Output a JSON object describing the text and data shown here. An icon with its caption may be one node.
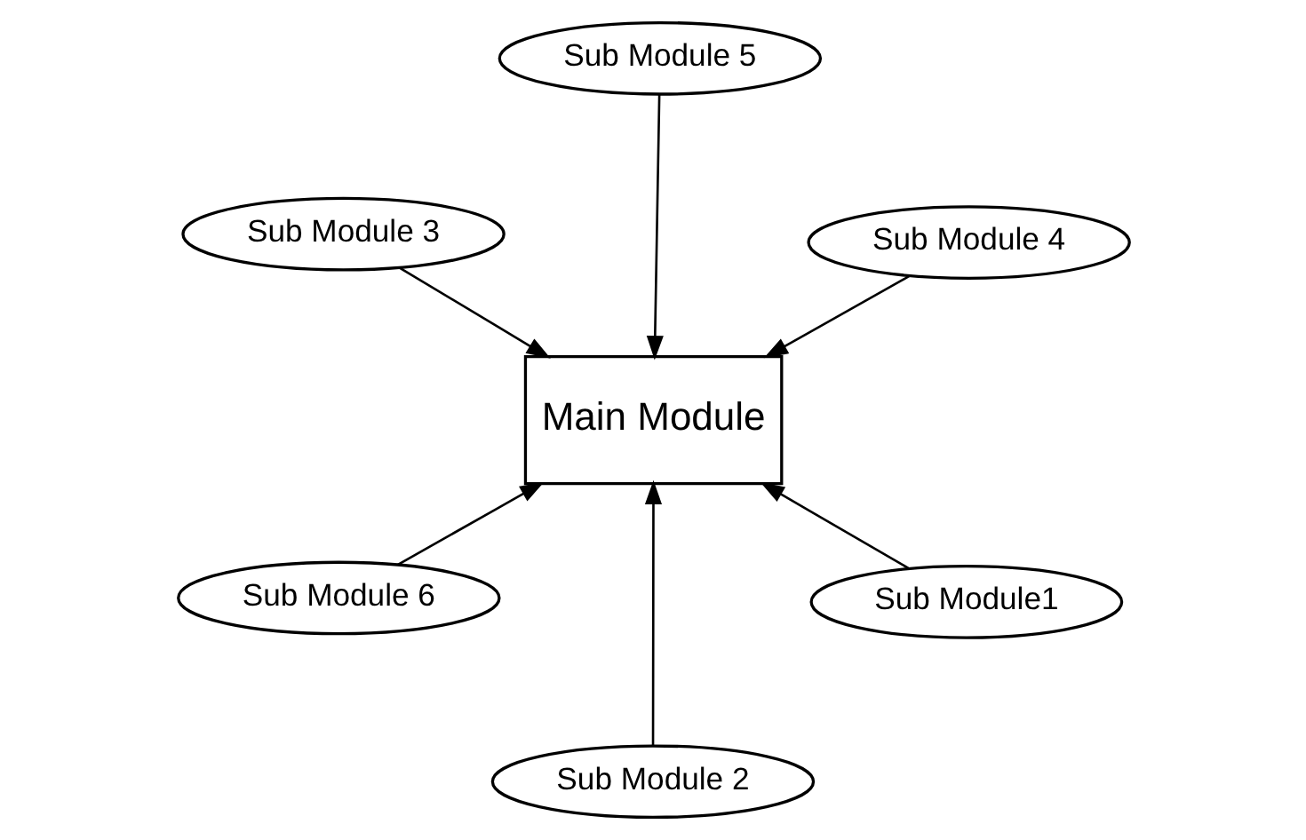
{
  "diagram": {
    "nodes": [
      {
        "text": [
          "Main Module"
        ]
      },
      {
        "text": [
          "Sub Module1"
        ]
      },
      {
        "text": [
          "Sub Module 2"
        ]
      },
      {
        "text": [
          "Sub Module 3"
        ]
      },
      {
        "text": [
          "Sub Module 4"
        ]
      },
      {
        "text": [
          "Sub Module 5"
        ]
      },
      {
        "text": [
          "Sub Module 6"
        ]
      }
    ],
    "edges": [
      {
        "from": 1,
        "to": 0,
        "arrow": "to"
      },
      {
        "from": 2,
        "to": 0,
        "arrow": "to"
      },
      {
        "from": 3,
        "to": 0,
        "arrow": "to"
      },
      {
        "from": 4,
        "to": 0,
        "arrow": "to"
      },
      {
        "from": 5,
        "to": 0,
        "arrow": "to"
      },
      {
        "from": 6,
        "to": 0,
        "arrow": "to"
      }
    ]
  }
}
